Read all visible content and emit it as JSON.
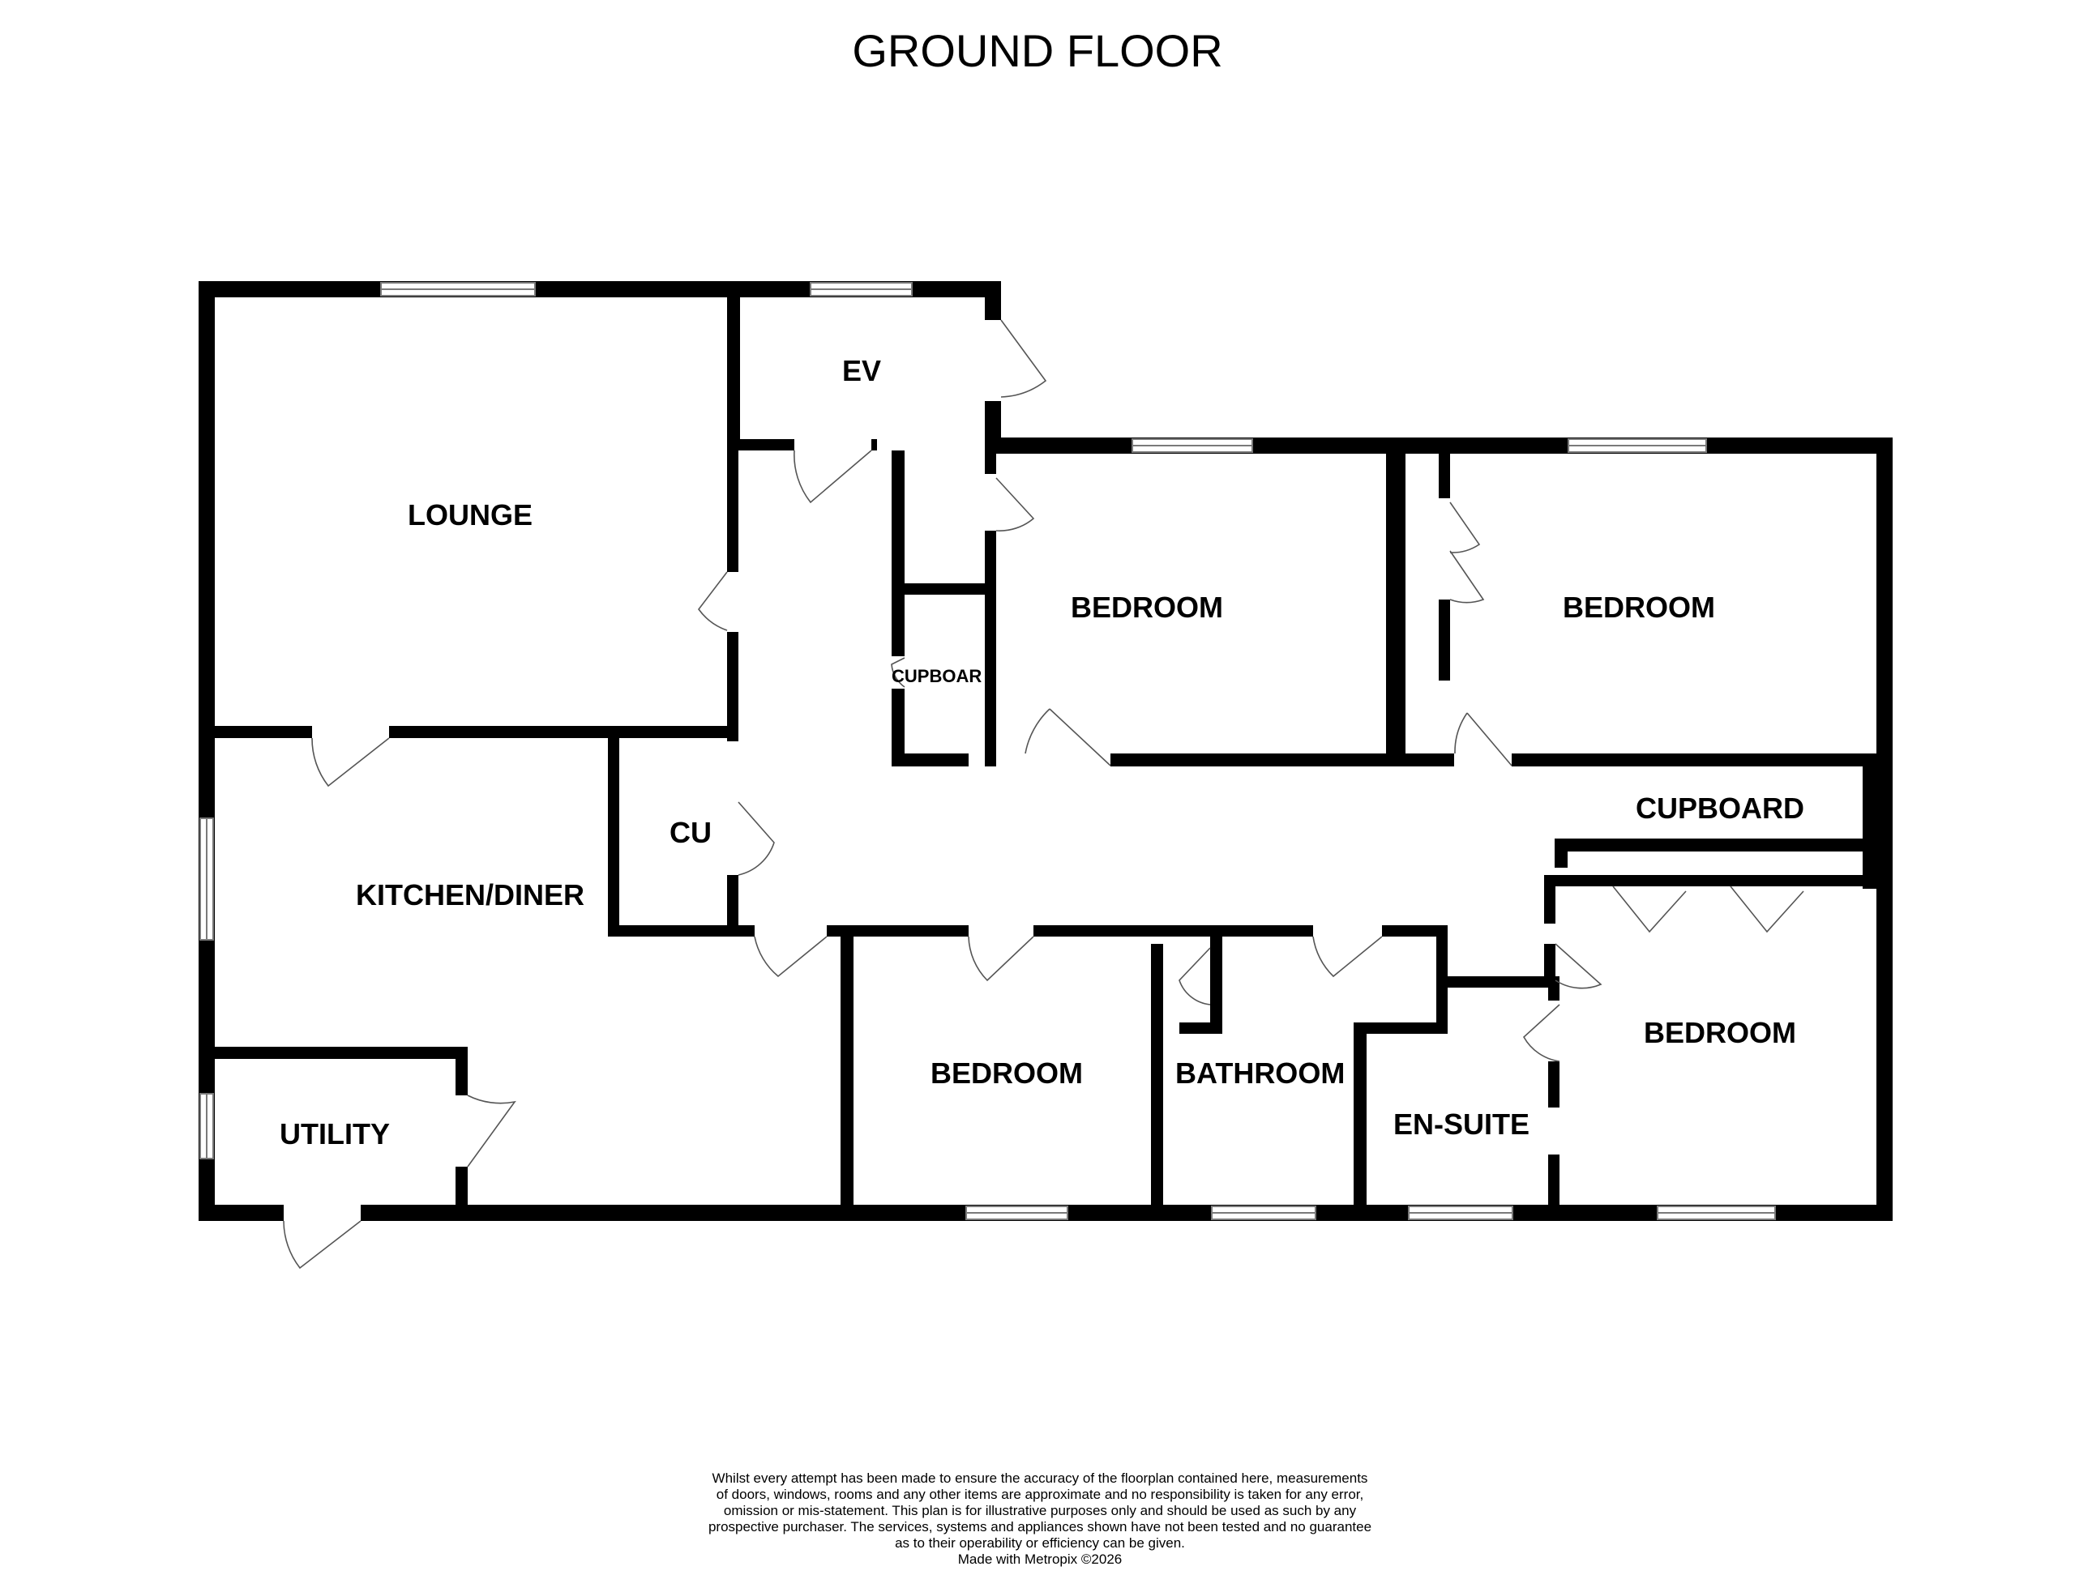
{
  "title": "GROUND FLOOR",
  "rooms": {
    "lounge": "LOUNGE",
    "ev": "EV",
    "kitchen_diner": "KITCHEN/DINER",
    "cupboard_small": "CU",
    "cupboard_narrow": "CUPBOAR",
    "bedroom_1": "BEDROOM",
    "bedroom_2": "BEDROOM",
    "cupboard_right": "CUPBOARD",
    "utility": "UTILITY",
    "bedroom_3": "BEDROOM",
    "bathroom": "BATHROOM",
    "en_suite": "EN-SUITE",
    "bedroom_4": "BEDROOM"
  },
  "disclaimer": {
    "line1": "Whilst every attempt has been made to ensure the accuracy of the floorplan contained here, measurements",
    "line2": "of doors, windows, rooms and any other items are approximate and no responsibility is taken for any error,",
    "line3": "omission or mis-statement. This plan is for illustrative purposes only and should be used as such by any",
    "line4": "prospective purchaser. The services, systems and appliances shown have not been tested and no guarantee",
    "line5": "as to their operability or efficiency can be given.",
    "line6": "Made with Metropix ©2026"
  }
}
